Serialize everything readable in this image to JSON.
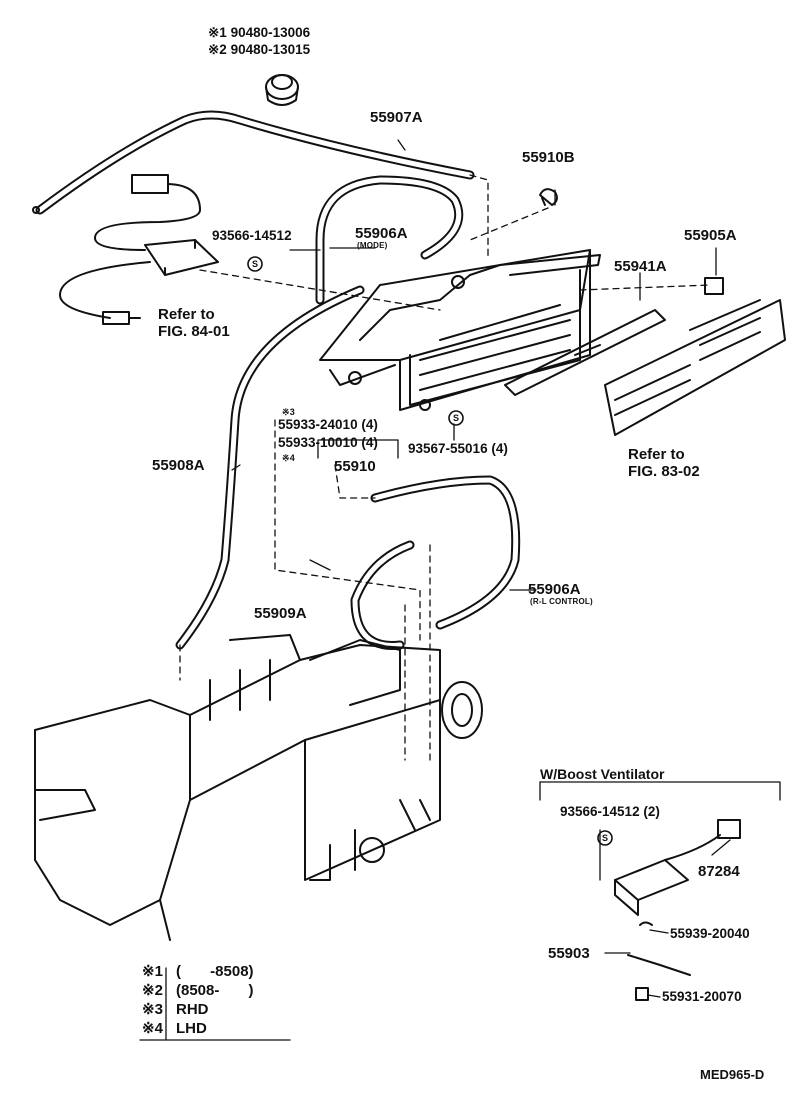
{
  "footer": {
    "code": "MED965-D"
  },
  "boost": {
    "title": "W/Boost Ventilator"
  },
  "legend": [
    {
      "mark": "※1",
      "text": "(       -8508)"
    },
    {
      "mark": "※2",
      "text": "(8508-       )"
    },
    {
      "mark": "※3",
      "text": "RHD"
    },
    {
      "mark": "※4",
      "text": "LHD"
    }
  ],
  "labels": {
    "l1": "※1 90480-13006",
    "l2": "※2 90480-13015",
    "p55907a": "55907A",
    "p55910b": "55910B",
    "p55905a": "55905A",
    "p93566a": "93566-14512",
    "p55906a1": "55906A",
    "mode": "(MODE)",
    "p55941a": "55941A",
    "refer84a": "Refer to",
    "refer84b": "FIG. 84-01",
    "m3": "※3",
    "p55933a": "55933-24010 (4)",
    "p55933b": "55933-10010 (4)",
    "m4": "※4",
    "p93567": "93567-55016 (4)",
    "refer83a": "Refer to",
    "refer83b": "FIG. 83-02",
    "p55908a": "55908A",
    "p55910": "55910",
    "p55906a2": "55906A",
    "rl": "(R-L CONTROL)",
    "p55909a": "55909A",
    "p93566b": "93566-14512 (2)",
    "p87284": "87284",
    "p55939": "55939-20040",
    "p55903": "55903",
    "p55931": "55931-20070"
  }
}
